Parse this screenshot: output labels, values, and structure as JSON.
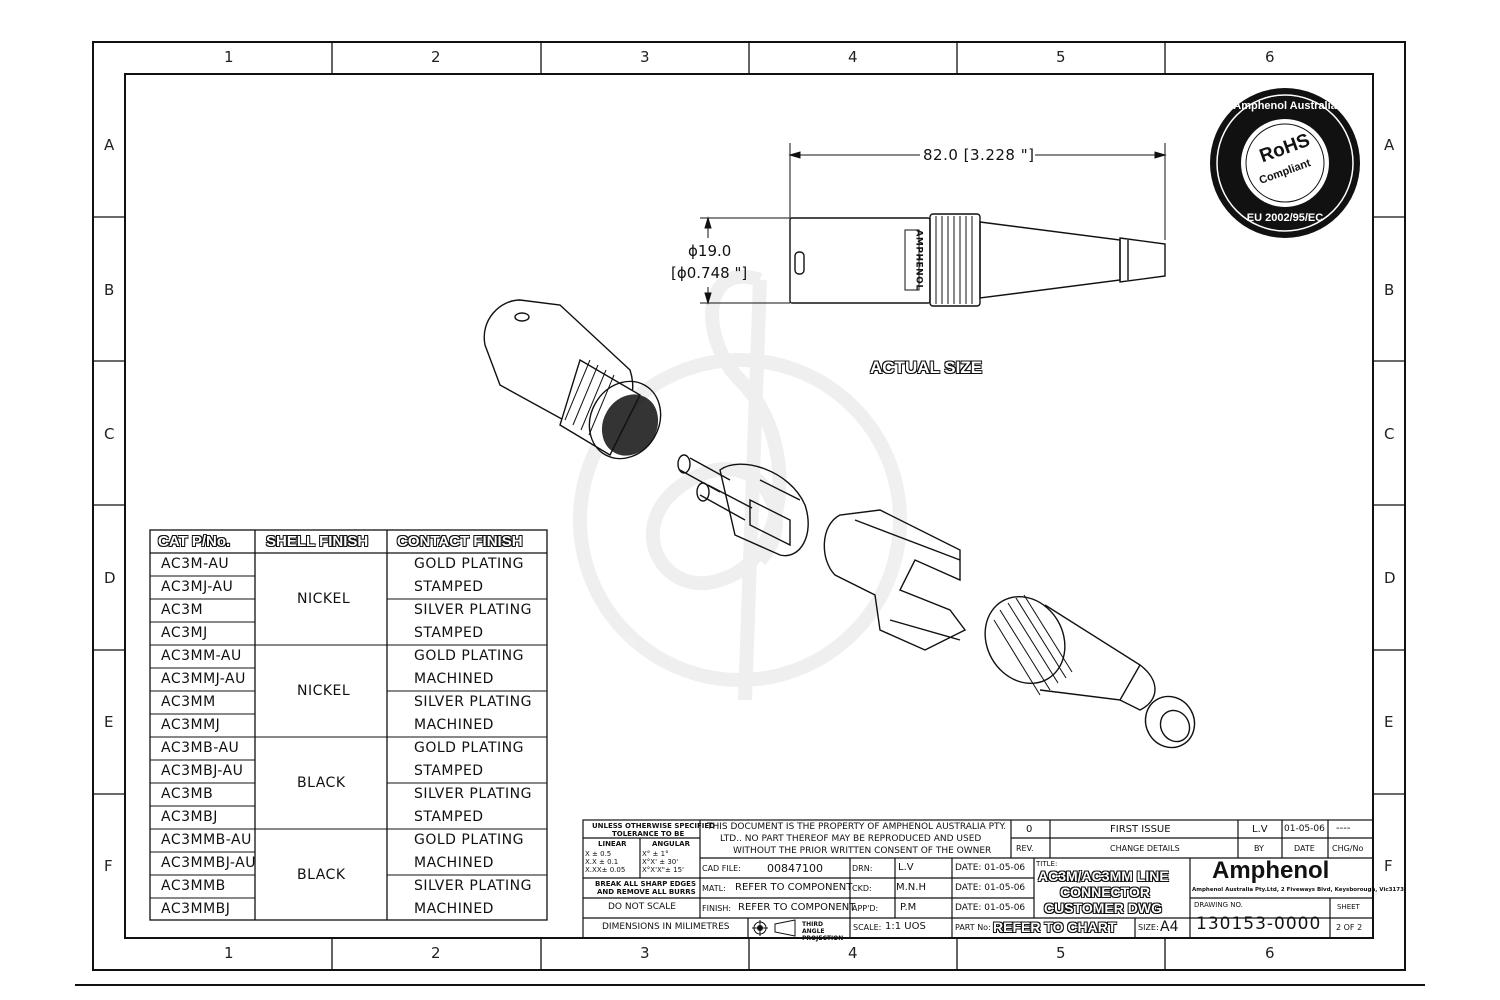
{
  "zones": {
    "columns": [
      "1",
      "2",
      "3",
      "4",
      "5",
      "6"
    ],
    "rows": [
      "A",
      "B",
      "C",
      "D",
      "E",
      "F"
    ]
  },
  "dims": {
    "length": "82.0 [3.228 \"]",
    "diameter_mm": "ϕ19.0",
    "diameter_in": "[ϕ0.748 \"]"
  },
  "connector_brand": "AMPHENOL",
  "actual_size_label": "ACTUAL SIZE",
  "rohs_seal": {
    "top": "Amphenol Australia",
    "center1": "RoHS",
    "center2": "Compliant",
    "bottom": "EU 2002/95/EC"
  },
  "parts_table": {
    "headers": [
      "CAT P/No.",
      "SHELL FINISH",
      "CONTACT FINISH"
    ],
    "part_numbers": [
      "AC3M-AU",
      "AC3MJ-AU",
      "AC3M",
      "AC3MJ",
      "AC3MM-AU",
      "AC3MMJ-AU",
      "AC3MM",
      "AC3MMJ",
      "AC3MB-AU",
      "AC3MBJ-AU",
      "AC3MB",
      "AC3MBJ",
      "AC3MMB-AU",
      "AC3MMBJ-AU",
      "AC3MMB",
      "AC3MMBJ"
    ],
    "shell_finish": [
      "NICKEL",
      "NICKEL",
      "BLACK",
      "BLACK"
    ],
    "contact_finish": [
      [
        "GOLD PLATING",
        "STAMPED"
      ],
      [
        "SILVER PLATING",
        "STAMPED"
      ],
      [
        "GOLD PLATING",
        "MACHINED"
      ],
      [
        "SILVER PLATING",
        "MACHINED"
      ],
      [
        "GOLD PLATING",
        "STAMPED"
      ],
      [
        "SILVER PLATING",
        "STAMPED"
      ],
      [
        "GOLD PLATING",
        "MACHINED"
      ],
      [
        "SILVER PLATING",
        "MACHINED"
      ]
    ]
  },
  "title_block": {
    "tol_header1": "UNLESS OTHERWISE SPECIFIED",
    "tol_header2": "TOLERANCE TO BE",
    "tol_linear": "LINEAR",
    "tol_angular": "ANGULAR",
    "tol_l1": "X ±   0.5",
    "tol_l2": "X.X ±   0.1",
    "tol_l3": "X.XX±  0.05",
    "tol_a1": "X°  ±   1°",
    "tol_a2": "X°X' ±  30'",
    "tol_a3": "X°X'X\"±  15'",
    "break_edges1": "BREAK ALL SHARP EDGES",
    "break_edges2": "AND REMOVE ALL BURRS",
    "do_not_scale": "DO NOT SCALE",
    "dimensions_in": "DIMENSIONS IN MILIMETRES",
    "property1": "THIS DOCUMENT IS THE PROPERTY OF AMPHENOL AUSTRALIA PTY.",
    "property2": "LTD.. NO PART THEREOF MAY BE REPRODUCED AND USED",
    "property3": "WITHOUT THE PRIOR WRITTEN CONSENT OF THE OWNER",
    "rev_value": "0",
    "rev_label": "REV.",
    "first_issue": "FIRST ISSUE",
    "change_details": "CHANGE DETAILS",
    "by_value": "L.V",
    "by_label": "BY",
    "date_value": "01-05-06",
    "date_label": "DATE",
    "chg_value": "----",
    "chg_label": "CHG/No",
    "cad_file_label": "CAD FILE:",
    "cad_file": "00847100",
    "matl_label": "MATL:",
    "matl": "REFER TO COMPONENT",
    "finish_label": "FINISH:",
    "finish": "REFER TO COMPONENT",
    "drn_label": "DRN:",
    "drn": "L.V",
    "ckd_label": "CKD:",
    "ckd": "M.N.H",
    "appd_label": "APP'D:",
    "appd": "P.M",
    "date1": "DATE: 01-05-06",
    "date2": "DATE: 01-05-06",
    "date3": "DATE: 01-05-06",
    "projection": "THIRD ANGLE PROJECTION",
    "scale_label": "SCALE:",
    "scale": "1:1 UOS",
    "title_label": "TITLE:",
    "title1": "AC3M/AC3MM LINE",
    "title2": "CONNECTOR",
    "title3": "CUSTOMER DWG",
    "part_no_label": "PART No:",
    "part_no": "REFER TO CHART",
    "size_label": "SIZE:",
    "size": "A4",
    "company": "Amphenol",
    "company_address": "Amphenol Australia Pty.Ltd, 2 Fiveways Blvd, Keysborough, Vic3173",
    "drawing_no_label": "DRAWING NO.",
    "drawing_no": "130153-0000",
    "sheet_label": "SHEET",
    "sheet": "2 OF 2"
  }
}
